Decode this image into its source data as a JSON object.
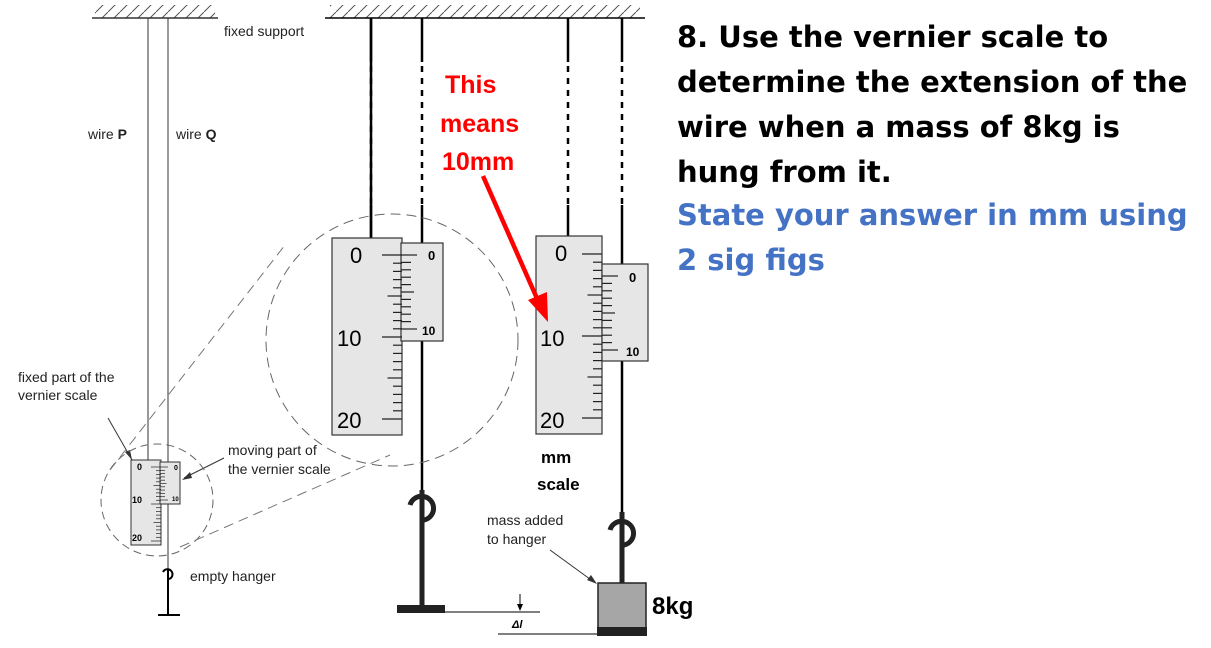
{
  "question": {
    "title": "8. Use the vernier scale to determine the extension of the wire when a mass of 8kg is hung from it.",
    "instruction": "State your answer in mm using 2 sig figs",
    "title_color": "#000000",
    "instruction_color": "#4472c4"
  },
  "labels": {
    "fixed_support": "fixed support",
    "wire_p": "wire ",
    "wire_p_bold": "P",
    "wire_q": "wire ",
    "wire_q_bold": "Q",
    "fixed_part_line1": "fixed part of the",
    "fixed_part_line2": "vernier scale",
    "moving_part_line1": "moving part of",
    "moving_part_line2": "the vernier scale",
    "empty_hanger": "empty hanger",
    "mass_added_line1": "mass added",
    "mass_added_line2": "to hanger",
    "delta_l": "Δl",
    "mm_line1": "mm",
    "mm_line2": "scale",
    "mass": "8kg"
  },
  "annotation": {
    "line1": "This",
    "line2": "means",
    "line3": "10mm",
    "color": "#ff0000"
  },
  "scales": {
    "main_ticks": [
      "0",
      "10",
      "20"
    ],
    "vernier_ticks": [
      "0",
      "10"
    ],
    "small_main_ticks": [
      "0",
      "10",
      "20"
    ],
    "small_vernier_ticks": [
      "0",
      "10"
    ]
  },
  "colors": {
    "scale_fill": "#e6e6e6",
    "mass_fill": "#a6a6a6",
    "arrow": "#ff0000"
  }
}
